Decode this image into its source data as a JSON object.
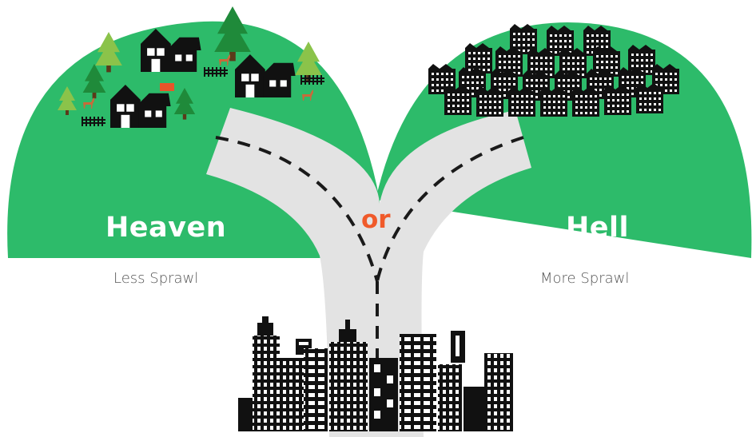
{
  "left_option": {
    "title": "Heaven",
    "subtitle": "Less Sprawl"
  },
  "right_option": {
    "title": "Hell",
    "subtitle": "More Sprawl"
  },
  "connector": {
    "text": "or"
  },
  "colors": {
    "hill": "#2dbb6a",
    "road": "#e2e2e2",
    "dash": "#1a1a1a",
    "buildings": "#111111",
    "connector": "#f05a2a",
    "tree_dark": "#1f8a3a",
    "tree_light": "#8bc34a",
    "deer": "#c96a3a"
  },
  "icons": [
    "house-icon",
    "tree-icon",
    "deer-icon",
    "fence-icon",
    "tractor-icon",
    "apartment-block-icon",
    "skyscraper-icon"
  ]
}
